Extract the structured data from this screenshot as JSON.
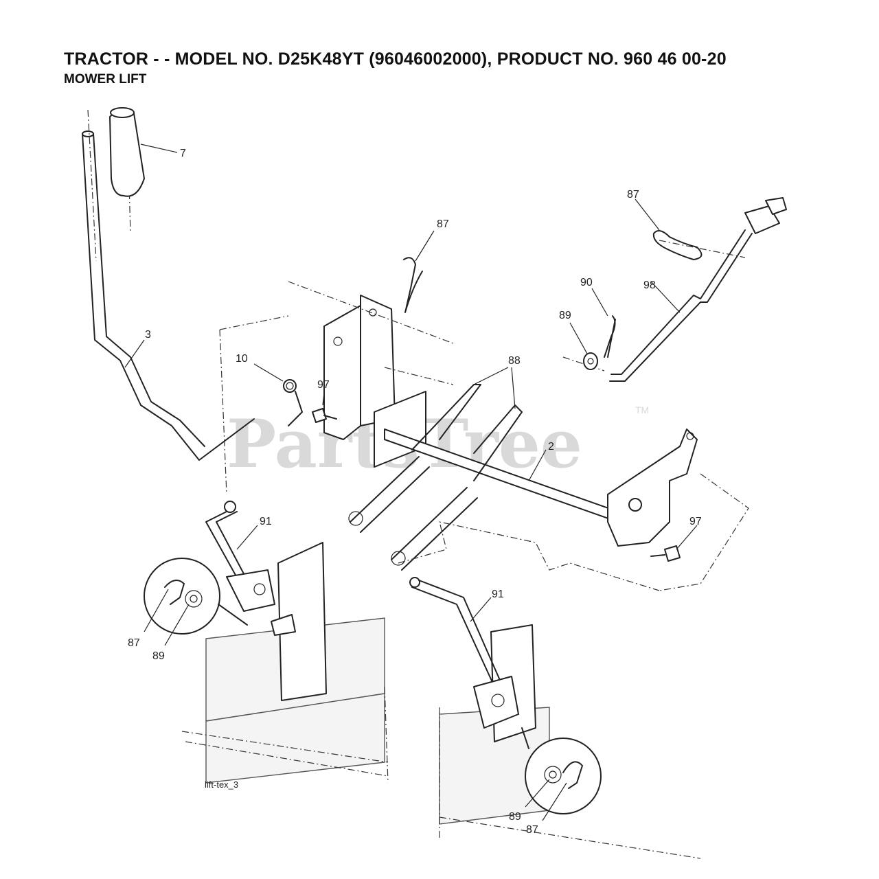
{
  "header": {
    "title": "TRACTOR - - MODEL NO. D25K48YT (96046002000), PRODUCT NO. 960 46 00-20",
    "subtitle": "MOWER LIFT"
  },
  "watermark": {
    "text": "PartsTree",
    "trademark": "TM"
  },
  "figure_code": "lift-tex_3",
  "callouts": {
    "c7": "7",
    "c3": "3",
    "c10": "10",
    "c97a": "97",
    "c87a": "87",
    "c88": "88",
    "c2": "2",
    "c87b": "87",
    "c90": "90",
    "c89a": "89",
    "c98": "98",
    "c97b": "97",
    "c91a": "91",
    "c87c": "87",
    "c89b": "89",
    "c91b": "91",
    "c89c": "89",
    "c87d": "87"
  }
}
